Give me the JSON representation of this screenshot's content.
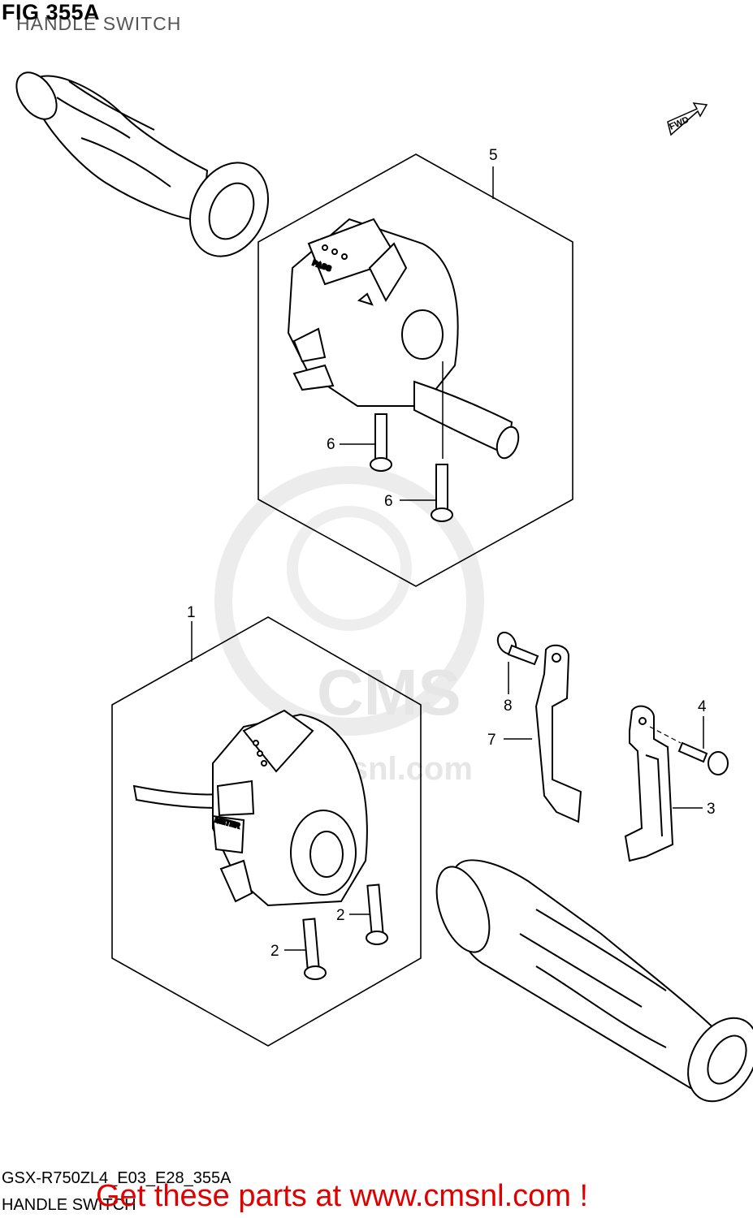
{
  "header": {
    "figure": "FIG 355A",
    "subtitle": "HANDLE SWITCH"
  },
  "watermark": {
    "brand": "CMS",
    "site": "www.cmsnl.com"
  },
  "direction_marker": "FWD",
  "parts": [
    {
      "number": "1"
    },
    {
      "number": "2"
    },
    {
      "number": "2"
    },
    {
      "number": "3"
    },
    {
      "number": "4"
    },
    {
      "number": "5"
    },
    {
      "number": "6"
    },
    {
      "number": "6"
    },
    {
      "number": "7"
    },
    {
      "number": "8"
    }
  ],
  "switch_labels": {
    "pass": "PASS",
    "meter": "METER"
  },
  "footer": {
    "model_code": "GSX-R750ZL4_E03_E28_355A",
    "section_name": "HANDLE SWITCH",
    "cta": "Get these parts at www.cmsnl.com !"
  }
}
